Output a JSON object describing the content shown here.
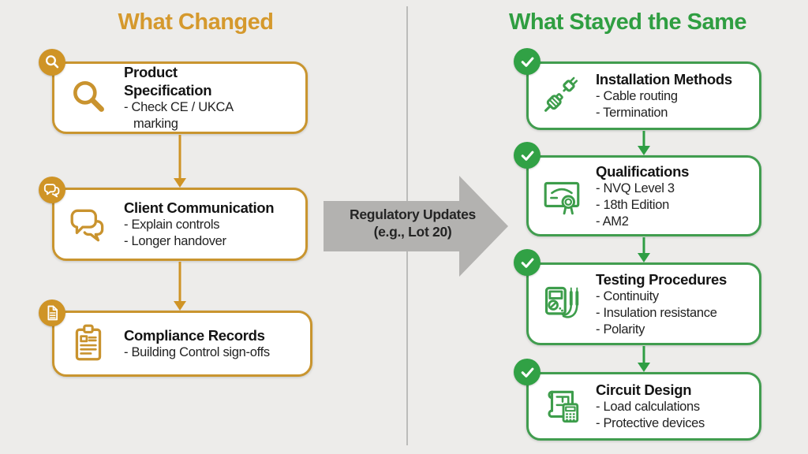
{
  "colors": {
    "background": "#edecea",
    "gold_accent": "#cf9426",
    "gold_border": "#c9952f",
    "gold_title": "#d5992d",
    "green_accent": "#31a145",
    "green_border": "#419d4f",
    "green_title": "#2f9e41",
    "arrow_gray": "#b3b2b0",
    "text": "#1c1c1c"
  },
  "left_column": {
    "title": "What Changed",
    "items": [
      {
        "badge_icon": "magnifier-badge-icon",
        "icon": "magnifier-icon",
        "title": "Product Specification",
        "bullets": [
          "- Check CE / UKCA marking"
        ]
      },
      {
        "badge_icon": "speech-bubbles-badge-icon",
        "icon": "speech-bubbles-icon",
        "title": "Client Communication",
        "bullets": [
          "- Explain controls",
          "- Longer handover"
        ]
      },
      {
        "badge_icon": "document-badge-icon",
        "icon": "clipboard-icon",
        "title": "Compliance Records",
        "bullets": [
          "- Building Control sign-offs"
        ]
      }
    ]
  },
  "center": {
    "label_line1": "Regulatory Updates",
    "label_line2": "(e.g., Lot 20)"
  },
  "right_column": {
    "title": "What Stayed the Same",
    "items": [
      {
        "badge_icon": "check-icon",
        "icon": "plug-connectors-icon",
        "title": "Installation Methods",
        "bullets": [
          "- Cable routing",
          "- Termination"
        ]
      },
      {
        "badge_icon": "check-icon",
        "icon": "certificate-icon",
        "title": "Qualifications",
        "bullets": [
          "- NVQ Level 3",
          "- 18th Edition",
          "- AM2"
        ]
      },
      {
        "badge_icon": "check-icon",
        "icon": "multimeter-icon",
        "title": "Testing Procedures",
        "bullets": [
          "- Continuity",
          "- Insulation resistance",
          "- Polarity"
        ]
      },
      {
        "badge_icon": "check-icon",
        "icon": "blueprint-calculator-icon",
        "title": "Circuit Design",
        "bullets": [
          "- Load calculations",
          "- Protective devices"
        ]
      }
    ]
  }
}
